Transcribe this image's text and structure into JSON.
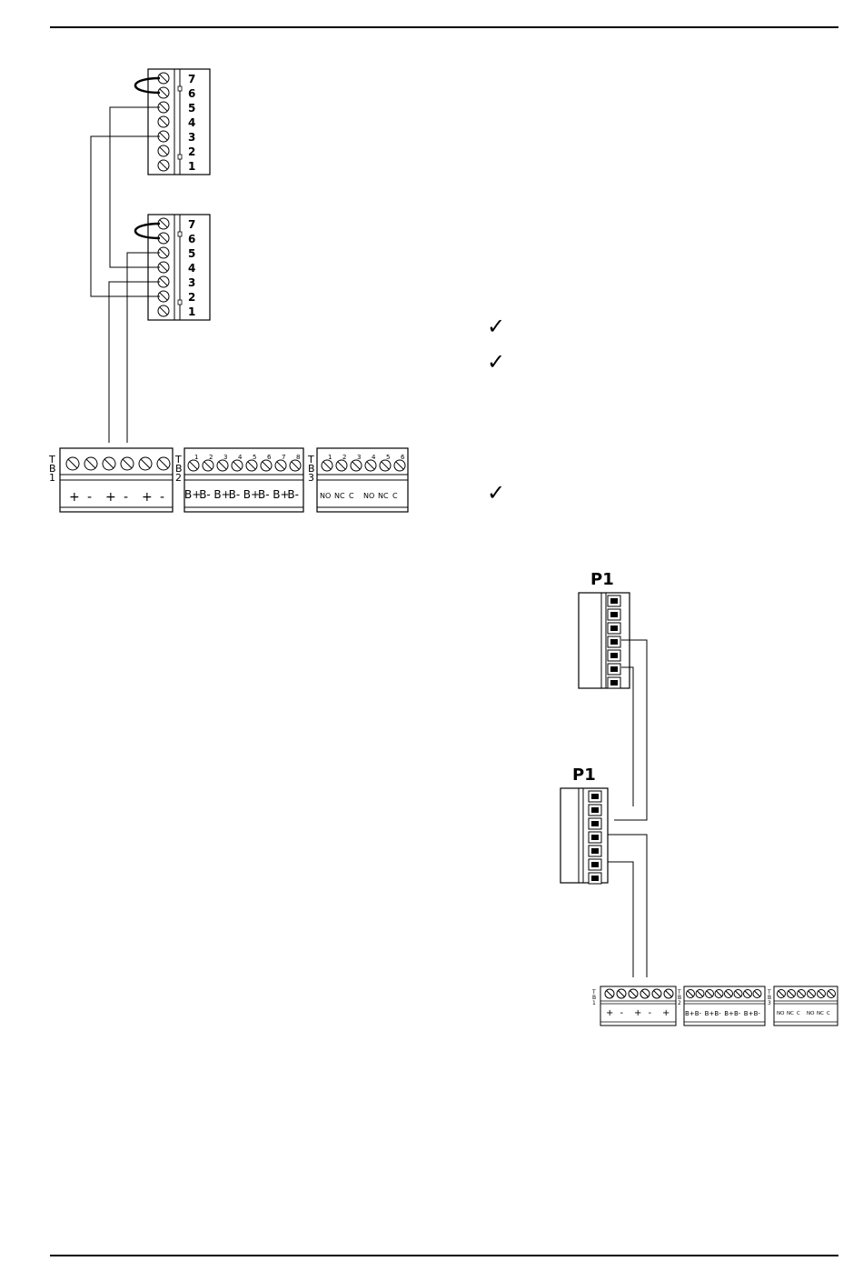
{
  "top_block": {
    "pins": [
      "7",
      "6",
      "5",
      "4",
      "3",
      "2",
      "1"
    ]
  },
  "mid_block": {
    "pins": [
      "7",
      "6",
      "5",
      "4",
      "3",
      "2",
      "1"
    ]
  },
  "tb1": {
    "label": [
      "T",
      "B",
      "1"
    ],
    "terminals": [
      "+",
      "-",
      "+",
      "-",
      "+",
      "-"
    ]
  },
  "tb2": {
    "label": [
      "T",
      "B",
      "2"
    ],
    "numbers": [
      "1",
      "2",
      "3",
      "4",
      "5",
      "6",
      "7",
      "8"
    ],
    "terminals": [
      "B+",
      "B-",
      "B+",
      "B-",
      "B+",
      "B-",
      "B+",
      "B-"
    ]
  },
  "tb3": {
    "label": [
      "T",
      "B",
      "3"
    ],
    "numbers": [
      "1",
      "2",
      "3",
      "4",
      "5",
      "6"
    ],
    "terminals": [
      "NO",
      "NC",
      "C",
      "NO",
      "NC",
      "C"
    ]
  },
  "checkmarks": [
    "✓",
    "✓",
    "✓"
  ],
  "p1_upper": {
    "label": "P1"
  },
  "p1_lower": {
    "label": "P1"
  },
  "small_tb1": {
    "label": [
      "T",
      "B",
      "1"
    ],
    "terminals": [
      "+",
      "-",
      "+",
      "-",
      "+"
    ]
  },
  "small_tb2": {
    "label": [
      "T",
      "B",
      "2"
    ],
    "terminals": [
      "B+",
      "B-",
      "B+",
      "B-",
      "B+",
      "B-",
      "B+",
      "B-"
    ]
  },
  "small_tb3": {
    "label": [
      "T",
      "B",
      "3"
    ],
    "terminals": [
      "NO",
      "NC",
      "C",
      "NO",
      "NC",
      "C"
    ]
  }
}
